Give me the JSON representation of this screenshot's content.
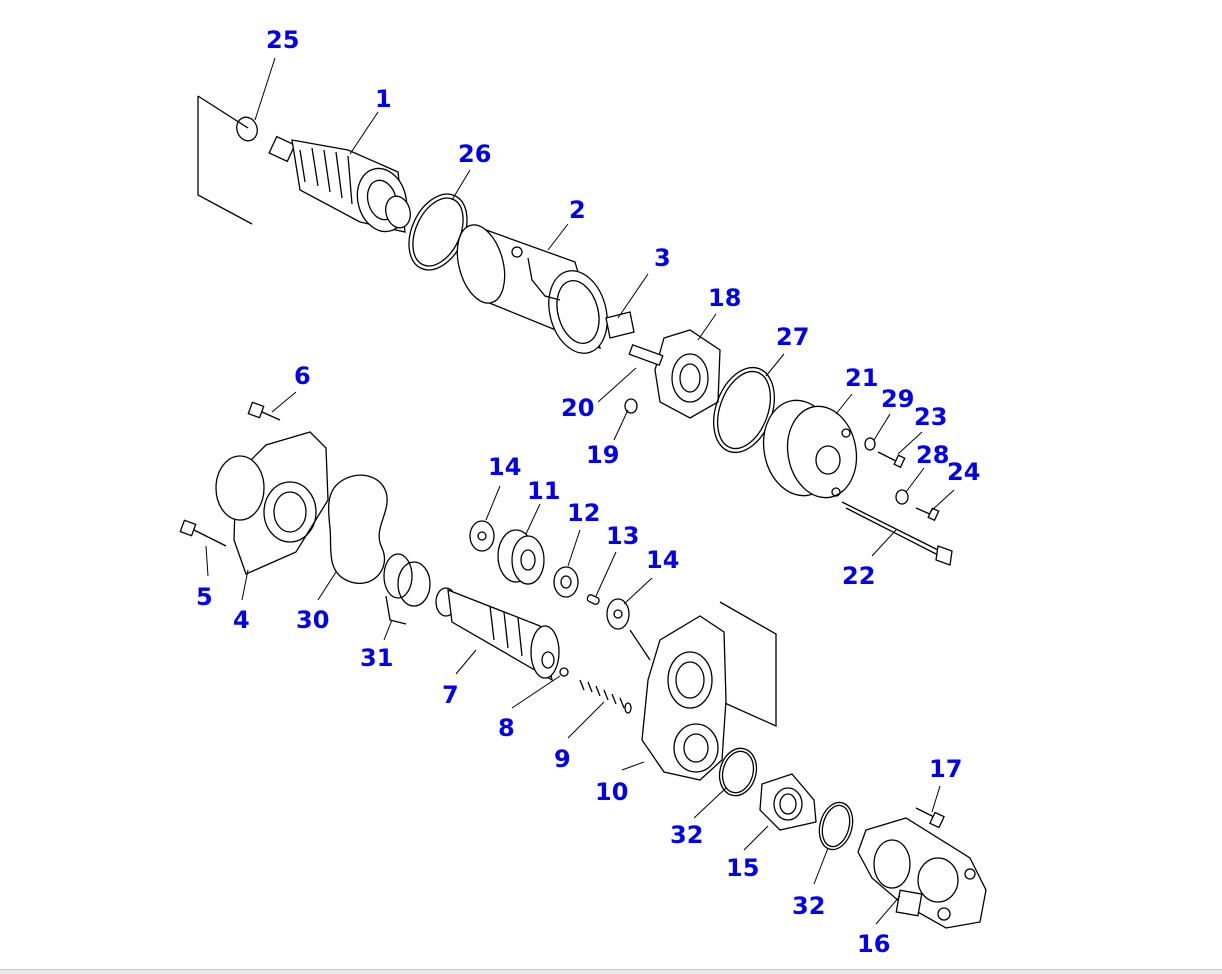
{
  "diagram": {
    "callouts": [
      "25",
      "1",
      "26",
      "2",
      "3",
      "18",
      "27",
      "20",
      "19",
      "21",
      "29",
      "23",
      "28",
      "24",
      "6",
      "14",
      "11",
      "12",
      "13",
      "14",
      "22",
      "5",
      "4",
      "30",
      "31",
      "7",
      "8",
      "9",
      "10",
      "32",
      "15",
      "32",
      "17",
      "16"
    ]
  },
  "colors": {
    "callout_text": "#0000ee",
    "line": "#000000",
    "background": "#ffffff"
  }
}
